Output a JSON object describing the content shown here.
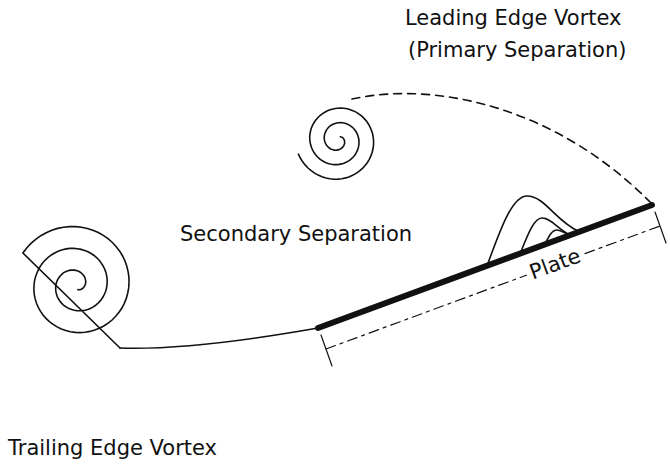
{
  "diagram": {
    "labels": [
      "Leading Edge Vortex",
      "(Primary Separation)",
      "Secondary Separation",
      "Plate",
      "Trailing Edge Vortex"
    ]
  }
}
